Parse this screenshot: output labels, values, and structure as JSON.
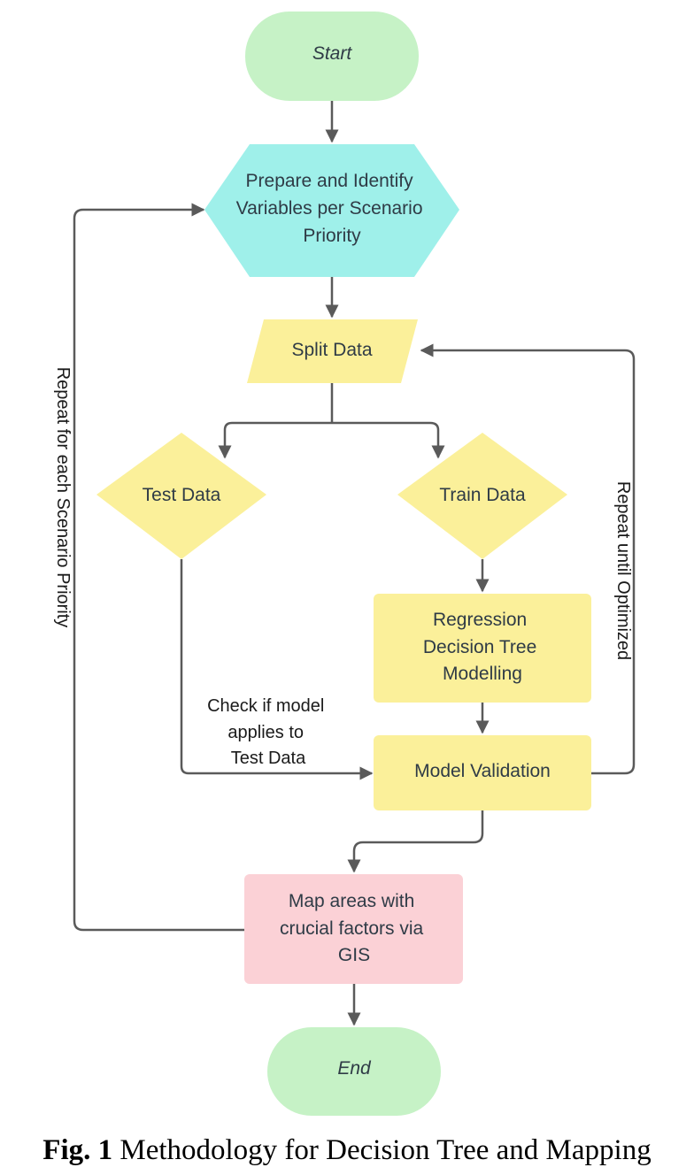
{
  "colors": {
    "terminal": "#c6f2c6",
    "prepare": "#9ff0ea",
    "yellow": "#fbf09a",
    "map": "#fbd1d6",
    "connector": "#5a5a5a"
  },
  "nodes": {
    "start": "Start",
    "prepare": [
      "Prepare and Identify",
      "Variables per Scenario",
      "Priority"
    ],
    "split": "Split Data",
    "test": "Test Data",
    "train": "Train Data",
    "regression": [
      "Regression",
      "Decision Tree",
      "Modelling"
    ],
    "validation": "Model Validation",
    "map": [
      "Map areas with",
      "crucial factors via",
      "GIS"
    ],
    "end": "End"
  },
  "edge_labels": {
    "check": [
      "Check if model",
      "applies to",
      "Test Data"
    ],
    "repeat_scenario": "Repeat for each Scenario Priority",
    "repeat_optimized": "Repeat until Optimized"
  },
  "caption": {
    "label": "Fig. 1",
    "text": " Methodology for Decision Tree and Mapping"
  }
}
